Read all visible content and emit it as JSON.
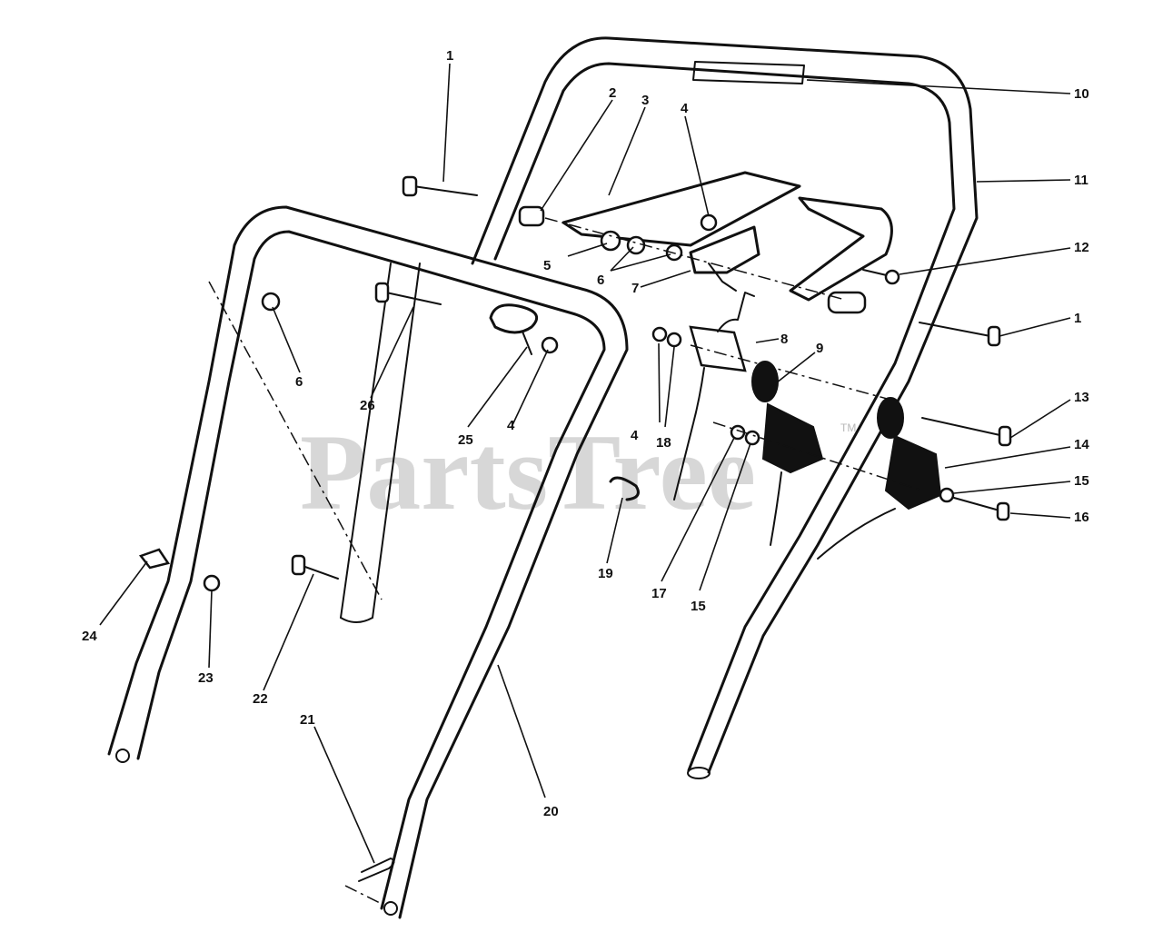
{
  "watermark": {
    "text": "PartsTree",
    "tm": "TM"
  },
  "callouts": [
    "1",
    "2",
    "3",
    "4",
    "4",
    "4",
    "5",
    "6",
    "6",
    "7",
    "8",
    "9",
    "10",
    "11",
    "12",
    "1",
    "13",
    "14",
    "15",
    "16",
    "15",
    "17",
    "18",
    "19",
    "20",
    "21",
    "22",
    "23",
    "24",
    "25",
    "26"
  ]
}
